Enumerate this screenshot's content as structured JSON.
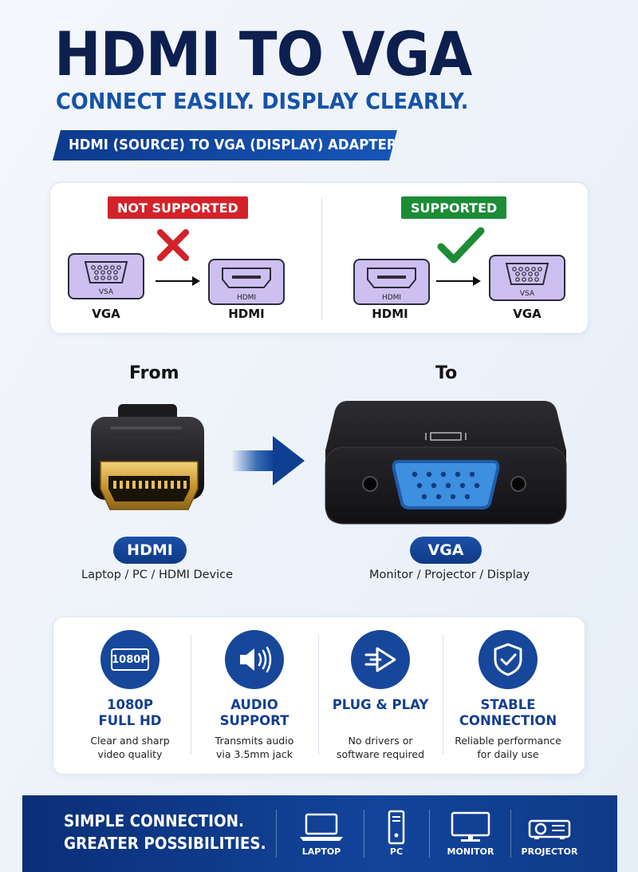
{
  "header": {
    "title": "HDMI TO VGA",
    "subtitle": "CONNECT EASILY. DISPLAY CLEARLY.",
    "banner": "HDMI (SOURCE) TO VGA (DISPLAY) ADAPTER"
  },
  "compatibility": {
    "left": {
      "badge": "NOT SUPPORTED",
      "from_port_label": "VSA",
      "from_name": "VGA",
      "to_port_label": "HDMI",
      "to_name": "HDMI",
      "icon": "cross-icon"
    },
    "right": {
      "badge": "SUPPORTED",
      "from_port_label": "HDMI",
      "from_name": "HDMI",
      "to_port_label": "VSA",
      "to_name": "VGA",
      "icon": "check-icon"
    }
  },
  "connection": {
    "from_label": "From",
    "to_label": "To",
    "source_pill": "HDMI",
    "source_desc": "Laptop / PC / HDMI Device",
    "display_pill": "VGA",
    "display_desc": "Monitor / Projector / Display"
  },
  "features": [
    {
      "icon": "1080p-icon",
      "icon_text": "1080P",
      "title_line1": "1080P",
      "title_line2": "FULL HD",
      "desc_line1": "Clear and sharp",
      "desc_line2": "video quality"
    },
    {
      "icon": "speaker-icon",
      "title_line1": "AUDIO",
      "title_line2": "SUPPORT",
      "desc_line1": "Transmits audio",
      "desc_line2": "via 3.5mm jack"
    },
    {
      "icon": "plug-play-icon",
      "title_line1": "PLUG & PLAY",
      "title_line2": "",
      "desc_line1": "No drivers or",
      "desc_line2": "software required"
    },
    {
      "icon": "shield-check-icon",
      "title_line1": "STABLE",
      "title_line2": "CONNECTION",
      "desc_line1": "Reliable performance",
      "desc_line2": "for daily use"
    }
  ],
  "footer": {
    "tagline_line1": "SIMPLE CONNECTION.",
    "tagline_line2": "GREATER POSSIBILITIES.",
    "devices": [
      {
        "icon": "laptop-icon",
        "name": "LAPTOP"
      },
      {
        "icon": "pc-tower-icon",
        "name": "PC"
      },
      {
        "icon": "monitor-icon",
        "name": "MONITOR"
      },
      {
        "icon": "projector-icon",
        "name": "PROJECTOR"
      }
    ]
  },
  "colors": {
    "navy": "#0d1f4e",
    "accent_blue": "#1653a8",
    "red": "#d3222a",
    "green": "#1c8c37",
    "port_purple": "#cdc0f0",
    "vga_blue": "#3d8fe0",
    "gold": "#d9a93a"
  }
}
